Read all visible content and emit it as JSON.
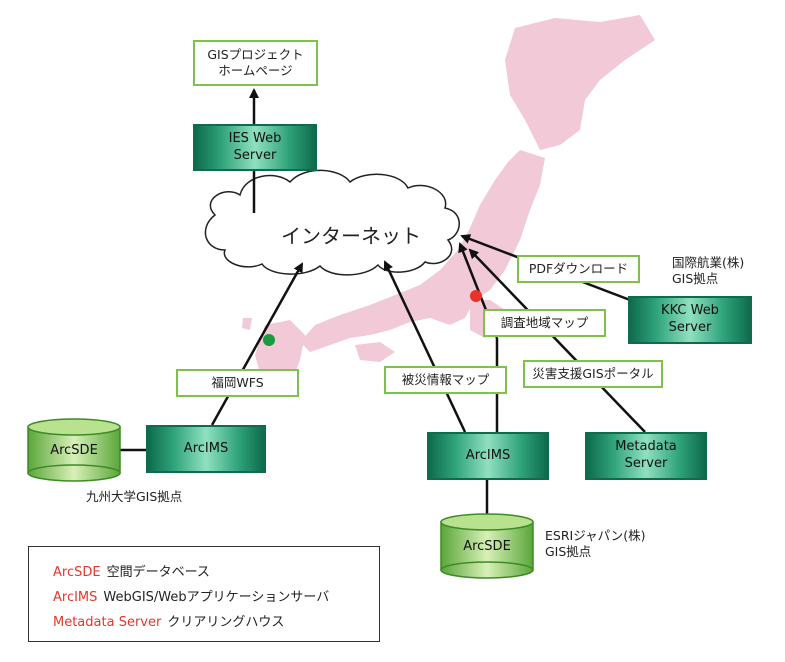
{
  "cloud_label": "インターネット",
  "boxes": {
    "gis_home": "GISプロジェクト\nホームページ",
    "fukuoka_wfs": "福岡WFS",
    "hisai_map": "被災情報マップ",
    "pdf_download": "PDFダウンロード",
    "chosa_map": "調査地域マップ",
    "saigai_portal": "災害支援GISポータル"
  },
  "servers": {
    "ies_web": "IES Web\nServer",
    "arcims_left": "ArcIMS",
    "arcims_center": "ArcIMS",
    "kkc_web": "KKC Web\nServer",
    "metadata": "Metadata\nServer"
  },
  "databases": {
    "arcsde_left": "ArcSDE",
    "arcsde_center": "ArcSDE"
  },
  "site_labels": {
    "kyushu": "九州大学GIS拠点",
    "kokusai": "国際航業(株)\nGIS拠点",
    "esri": "ESRIジャパン(株)\nGIS拠点"
  },
  "legend": [
    {
      "key": "ArcSDE",
      "desc": "空間データベース"
    },
    {
      "key": "ArcIMS",
      "desc": "WebGIS/Webアプリケーションサーバ"
    },
    {
      "key": "Metadata Server",
      "desc": "クリアリングハウス"
    }
  ],
  "colors": {
    "map": "#f2c9d6",
    "label_border": "#7fc24b",
    "server_dark": "#0e6b4c",
    "legend_key": "#e0392b",
    "marker_red": "#e8322a",
    "marker_green": "#1a9a3f"
  }
}
